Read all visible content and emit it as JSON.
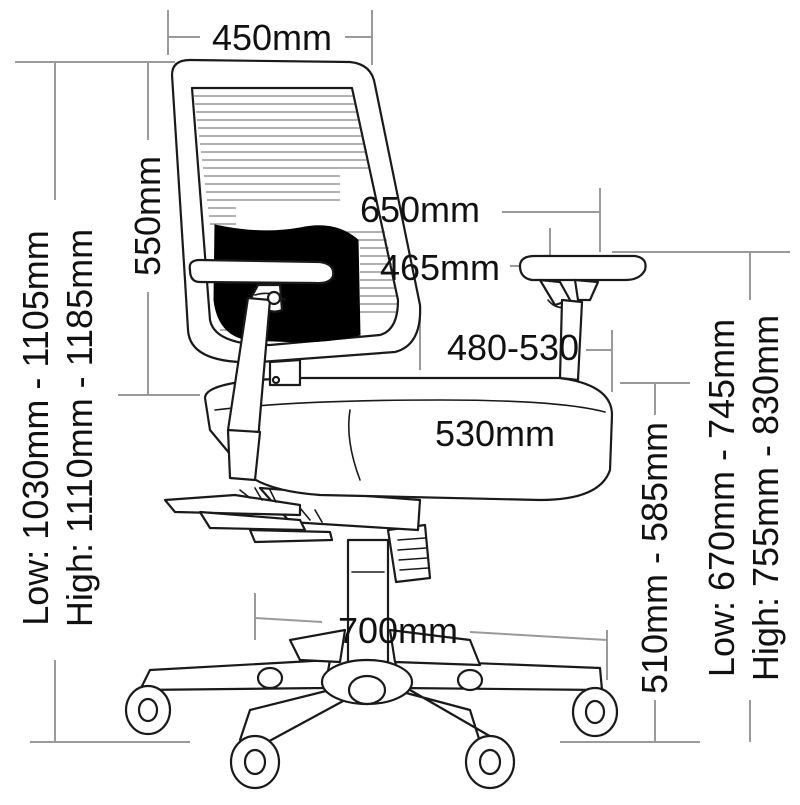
{
  "colors": {
    "dimension_line": "#9a9a9a",
    "outline": "#1a1a1a",
    "lumbar_pad": "#000000",
    "background": "#ffffff"
  },
  "dimensions": {
    "top_width": "450mm",
    "back_height": "550mm",
    "overall_width": "650mm",
    "inner_width": "465mm",
    "seat_width_range": "480-530",
    "seat_depth": "530mm",
    "base_diameter": "700mm",
    "seat_height": "510mm - 585mm",
    "overall_height_low": "Low: 1030mm - 1105mm",
    "overall_height_high": "High: 1110mm - 1185mm",
    "arm_height_low": "Low: 670mm - 745mm",
    "arm_height_high": "High: 755mm - 830mm"
  }
}
